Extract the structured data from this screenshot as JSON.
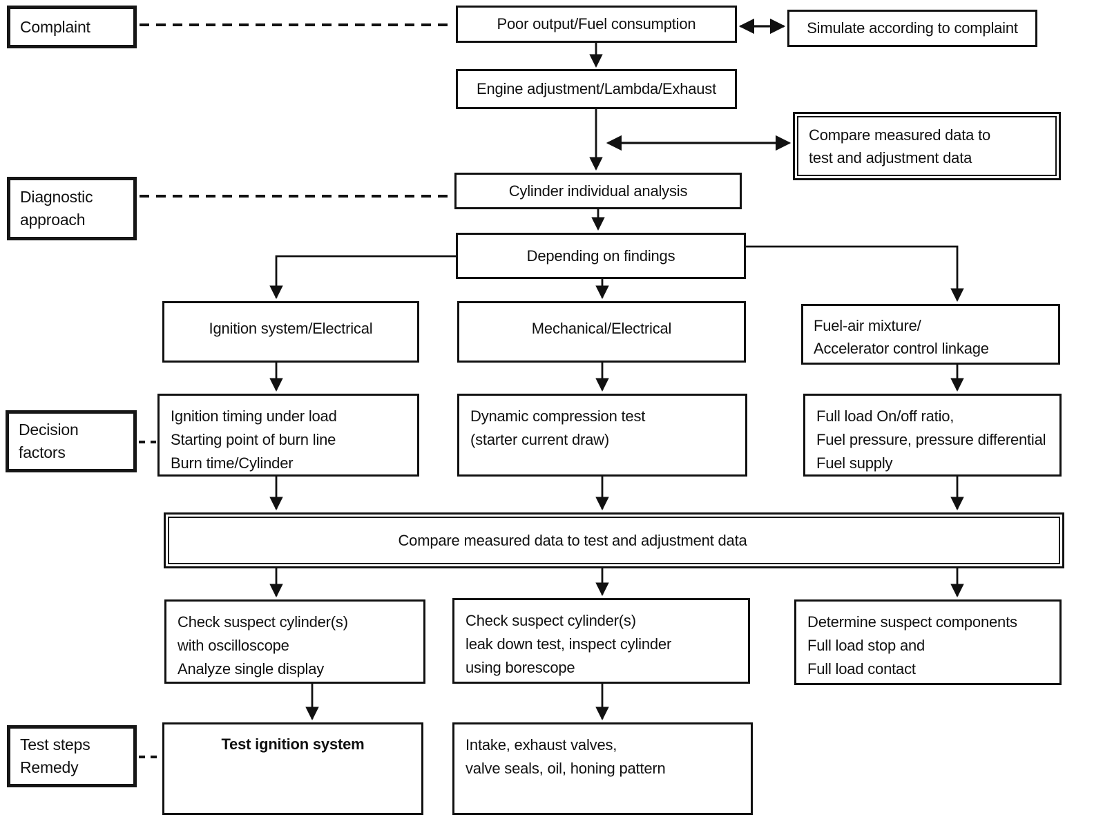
{
  "labels": {
    "complaint": {
      "lines": [
        "Complaint"
      ]
    },
    "diagnostic_approach": {
      "lines": [
        "Diagnostic",
        "approach"
      ]
    },
    "decision_factors": {
      "lines": [
        "Decision",
        "factors"
      ]
    },
    "test_steps_remedy": {
      "lines": [
        "Test steps",
        "Remedy"
      ]
    }
  },
  "nodes": {
    "poor_output": {
      "text": "Poor output/Fuel consumption"
    },
    "simulate": {
      "text": "Simulate according to complaint"
    },
    "engine_adjustment": {
      "text": "Engine adjustment/Lambda/Exhaust"
    },
    "compare_side": {
      "lines": [
        "Compare measured data to",
        "test and adjustment data"
      ]
    },
    "cylinder_analysis": {
      "text": "Cylinder individual analysis"
    },
    "depending_findings": {
      "text": "Depending on findings"
    },
    "ignition_system": {
      "text": "Ignition system/Electrical"
    },
    "mechanical": {
      "text": "Mechanical/Electrical"
    },
    "fuel_air": {
      "lines": [
        "Fuel-air mixture/",
        "Accelerator control linkage"
      ]
    },
    "ignition_timing": {
      "lines": [
        "Ignition timing under load",
        "Starting point of burn line",
        "Burn time/Cylinder"
      ]
    },
    "dynamic_compression": {
      "lines": [
        "Dynamic compression test",
        "(starter current draw)"
      ]
    },
    "full_load": {
      "lines": [
        "Full load On/off ratio,",
        "Fuel pressure, pressure differential",
        "Fuel supply"
      ]
    },
    "compare_wide": {
      "text": "Compare measured data to test and adjustment data"
    },
    "check_oscilloscope": {
      "lines": [
        "Check suspect cylinder(s)",
        "with oscilloscope",
        "Analyze single display"
      ]
    },
    "check_leakdown": {
      "lines": [
        "Check suspect cylinder(s)",
        "leak down test, inspect cylinder",
        "using borescope"
      ]
    },
    "determine_components": {
      "lines": [
        "Determine suspect components",
        "Full load stop and",
        "Full load contact"
      ]
    },
    "test_ignition": {
      "text": "Test ignition system"
    },
    "intake_valves": {
      "lines": [
        "Intake, exhaust valves,",
        "valve seals, oil, honing pattern"
      ]
    }
  },
  "colors": {
    "ink": "#111111",
    "paper": "#ffffff"
  }
}
